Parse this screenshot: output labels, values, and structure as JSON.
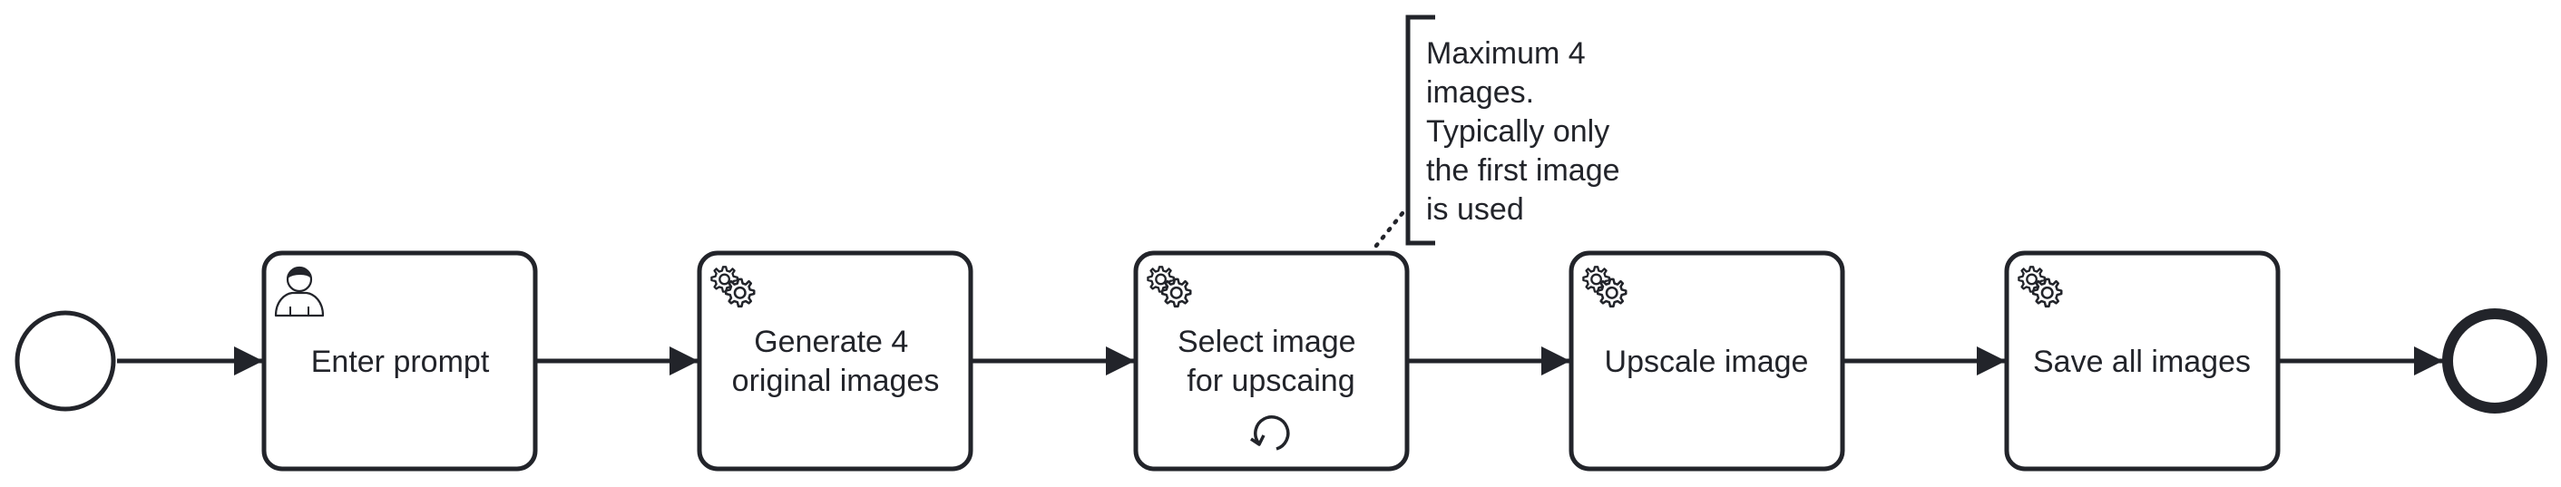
{
  "diagram": {
    "type": "bpmn-process",
    "colors": {
      "stroke": "#22242a",
      "fill": "#ffffff"
    },
    "start_event": {
      "kind": "none-start-event"
    },
    "end_event": {
      "kind": "none-end-event"
    },
    "tasks": [
      {
        "id": "enter-prompt",
        "type": "user-task",
        "icon": "user-icon",
        "label_lines": [
          "Enter prompt"
        ]
      },
      {
        "id": "generate-images",
        "type": "service-task",
        "icon": "gears-icon",
        "label_lines": [
          "Generate 4",
          "original images"
        ]
      },
      {
        "id": "select-image",
        "type": "service-task",
        "icon": "gears-icon",
        "marker": "loop-marker-icon",
        "label_lines": [
          "Select image",
          "for upscaing"
        ]
      },
      {
        "id": "upscale-image",
        "type": "service-task",
        "icon": "gears-icon",
        "label_lines": [
          "Upscale image"
        ]
      },
      {
        "id": "save-images",
        "type": "service-task",
        "icon": "gears-icon",
        "label_lines": [
          "Save all images"
        ]
      }
    ],
    "annotation": {
      "attached_to": "select-image",
      "lines": [
        "Maximum 4",
        "images.",
        "Typically only",
        "the first image",
        "is used"
      ]
    }
  }
}
